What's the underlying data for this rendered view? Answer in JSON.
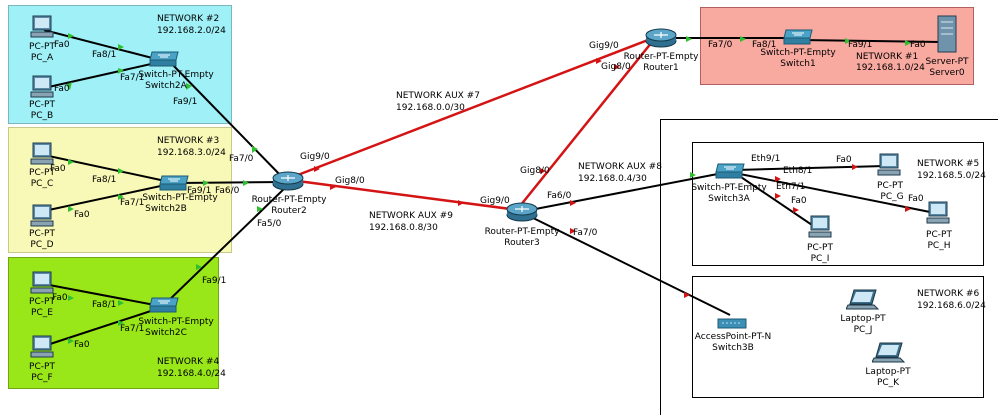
{
  "networks": {
    "net2": {
      "name": "NETWORK #2",
      "subnet": "192.168.2.0/24"
    },
    "net3": {
      "name": "NETWORK #3",
      "subnet": "192.168.3.0/24"
    },
    "net4": {
      "name": "NETWORK #4",
      "subnet": "192.168.4.0/24"
    },
    "net1": {
      "name": "NETWORK #1",
      "subnet": "192.168.1.0/24"
    },
    "net5": {
      "name": "NETWORK #5",
      "subnet": "192.168.5.0/24"
    },
    "net6": {
      "name": "NETWORK #6",
      "subnet": "192.168.6.0/24"
    },
    "aux7": {
      "name": "NETWORK AUX #7",
      "subnet": "192.168.0.0/30"
    },
    "aux8": {
      "name": "NETWORK AUX #8",
      "subnet": "192.168.0.4/30"
    },
    "aux9": {
      "name": "NETWORK AUX #9",
      "subnet": "192.168.0.8/30"
    }
  },
  "devices": {
    "pc_a": {
      "type": "PC-PT",
      "name": "PC_A"
    },
    "pc_b": {
      "type": "PC-PT",
      "name": "PC_B"
    },
    "pc_c": {
      "type": "PC-PT",
      "name": "PC_C"
    },
    "pc_d": {
      "type": "PC-PT",
      "name": "PC_D"
    },
    "pc_e": {
      "type": "PC-PT",
      "name": "PC_E"
    },
    "pc_f": {
      "type": "PC-PT",
      "name": "PC_F"
    },
    "pc_g": {
      "type": "PC-PT",
      "name": "PC_G"
    },
    "pc_h": {
      "type": "PC-PT",
      "name": "PC_H"
    },
    "pc_i": {
      "type": "PC-PT",
      "name": "PC_I"
    },
    "sw2a": {
      "type": "Switch-PT-Empty",
      "name": "Switch2A"
    },
    "sw2b": {
      "type": "Switch-PT-Empty",
      "name": "Switch2B"
    },
    "sw2c": {
      "type": "Switch-PT-Empty",
      "name": "Switch2C"
    },
    "sw1": {
      "type": "Switch-PT-Empty",
      "name": "Switch1"
    },
    "sw3a": {
      "type": "Switch-PT-Empty",
      "name": "Switch3A"
    },
    "sw3b": {
      "type": "AccessPoint-PT-N",
      "name": "Switch3B"
    },
    "r1": {
      "type": "Router-PT-Empty",
      "name": "Router1"
    },
    "r2": {
      "type": "Router-PT-Empty",
      "name": "Router2"
    },
    "r3": {
      "type": "Router-PT-Empty",
      "name": "Router3"
    },
    "server0": {
      "type": "Server-PT",
      "name": "Server0"
    },
    "laptop_j": {
      "type": "Laptop-PT",
      "name": "PC_J"
    },
    "laptop_k": {
      "type": "Laptop-PT",
      "name": "PC_K"
    }
  },
  "ports": {
    "fa0": "Fa0",
    "fa8_1": "Fa8/1",
    "fa7_1": "Fa7/1",
    "fa9_1": "Fa9/1",
    "fa7_0": "Fa7/0",
    "fa6_0": "Fa6/0",
    "fa5_0": "Fa5/0",
    "gig9_0": "Gig9/0",
    "gig8_0": "Gig8/0",
    "eth9_1": "Eth9/1",
    "eth8_1": "Eth8/1",
    "eth7_1": "Eth7/1"
  },
  "colors": {
    "net2_bg": "#9ff0f7",
    "net3_bg": "#f9f9b7",
    "net4_bg": "#99e619",
    "net1_bg": "#f8a9a0",
    "serial_link": "#d41414",
    "copper_link": "#000000",
    "port_up": "#2fbf2f",
    "port_down": "#d41414"
  }
}
